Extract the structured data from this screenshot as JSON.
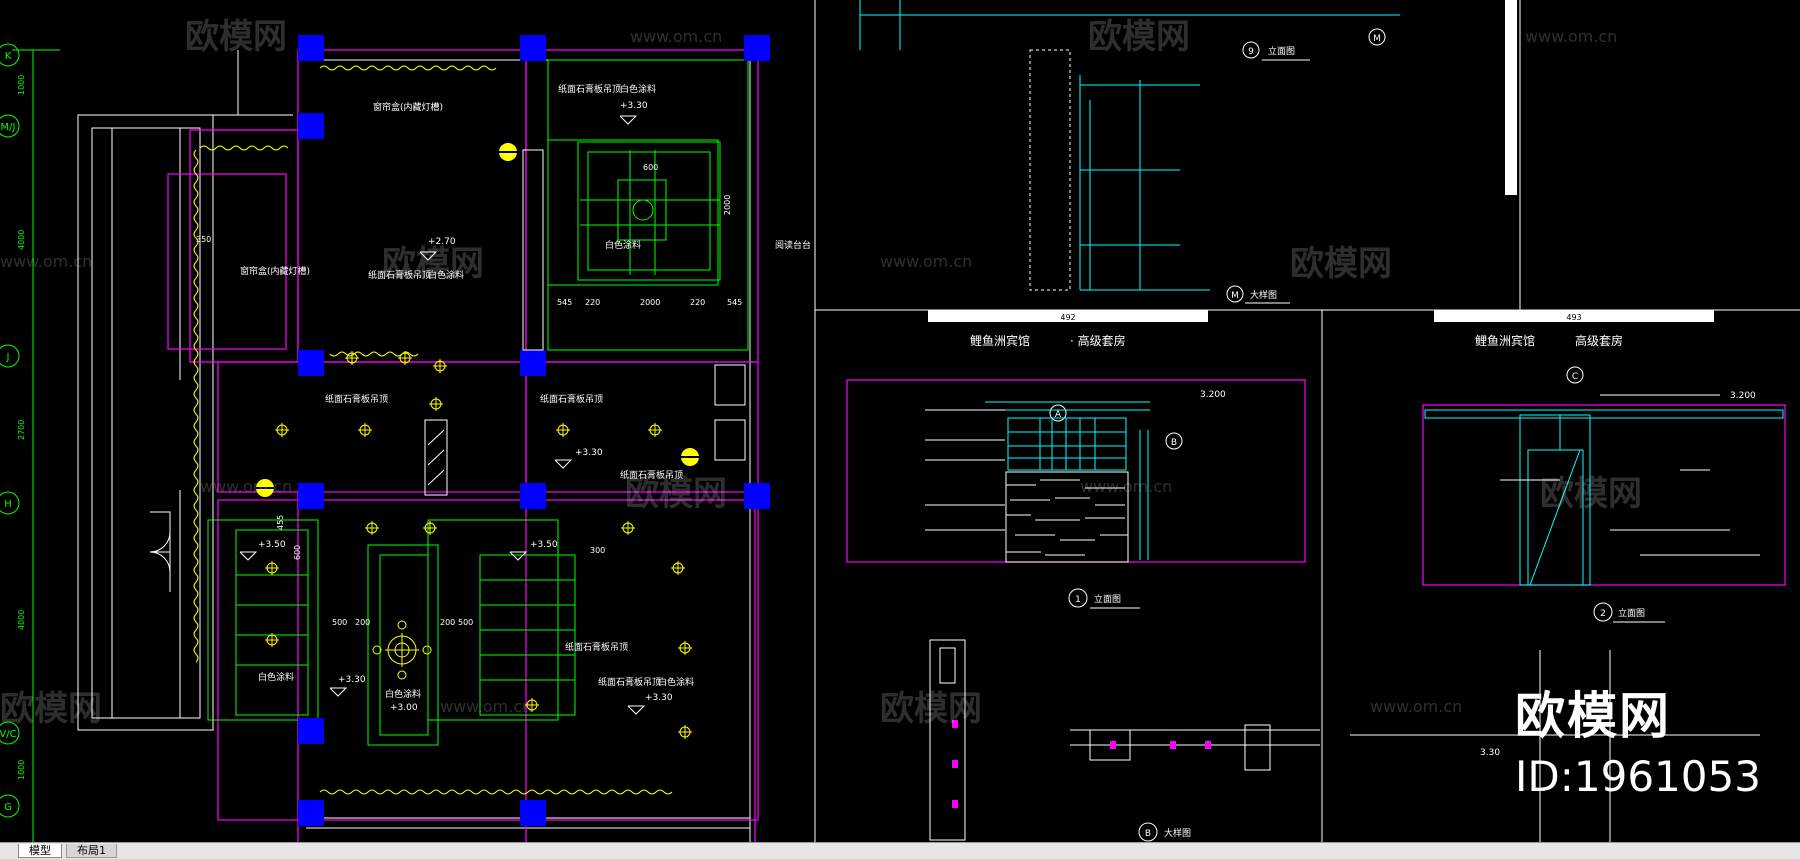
{
  "tabs": [
    {
      "label": "模型",
      "active": true
    },
    {
      "label": "布局1",
      "active": false
    }
  ],
  "axis_labels": [
    "K",
    "M/J",
    "J",
    "H",
    "V/C",
    "G"
  ],
  "axis_dims": [
    "1000",
    "4000",
    "2700",
    "4000",
    "1000"
  ],
  "plan_labels": {
    "curtain_box_1": "窗帘盒(内藏灯槽)",
    "curtain_box_2": "窗帘盒(内藏灯槽)",
    "paper_ceiling": "纸面石膏板吊顶",
    "white_paint": "白色涂料",
    "elev_330": "+3.30",
    "elev_350": "+3.50",
    "elev_270": "+2.70",
    "elev_300": "+3.00",
    "reading_counter": "阅读台台",
    "dims": [
      "545",
      "220",
      "2000",
      "220",
      "545",
      "300",
      "350",
      "600",
      "2000",
      "500",
      "200",
      "200",
      "500",
      "455",
      "600"
    ]
  },
  "elevation": {
    "title_left": "鲤鱼洲宾馆",
    "subtitle_left": "· 高级套房",
    "title_right": "鲤鱼洲宾馆",
    "subtitle_right": "高级套房",
    "sheet_left": "492",
    "sheet_right": "493",
    "view_1": "立面图",
    "view_2": "立面图",
    "view_9": "立面图",
    "detail_M": "大样图",
    "detail_B": "大样图",
    "num_1": "1",
    "num_2": "2",
    "num_9": "9",
    "letter_M": "M",
    "letter_B": "B",
    "letter_A": "A",
    "letter_C": "C",
    "elev_a": "3.200",
    "elev_b": "3.200",
    "elev_c": "3.30"
  },
  "watermark": {
    "brand": "欧模网",
    "url": "www.om.cn",
    "big_brand": "欧模网",
    "big_id": "ID:1961053"
  },
  "colors": {
    "background": "#000000",
    "magenta": "#ff00ff",
    "green": "#00ff00",
    "yellow": "#ffff00",
    "cyan": "#00ffff",
    "blue": "#0000ff",
    "white": "#ffffff"
  }
}
